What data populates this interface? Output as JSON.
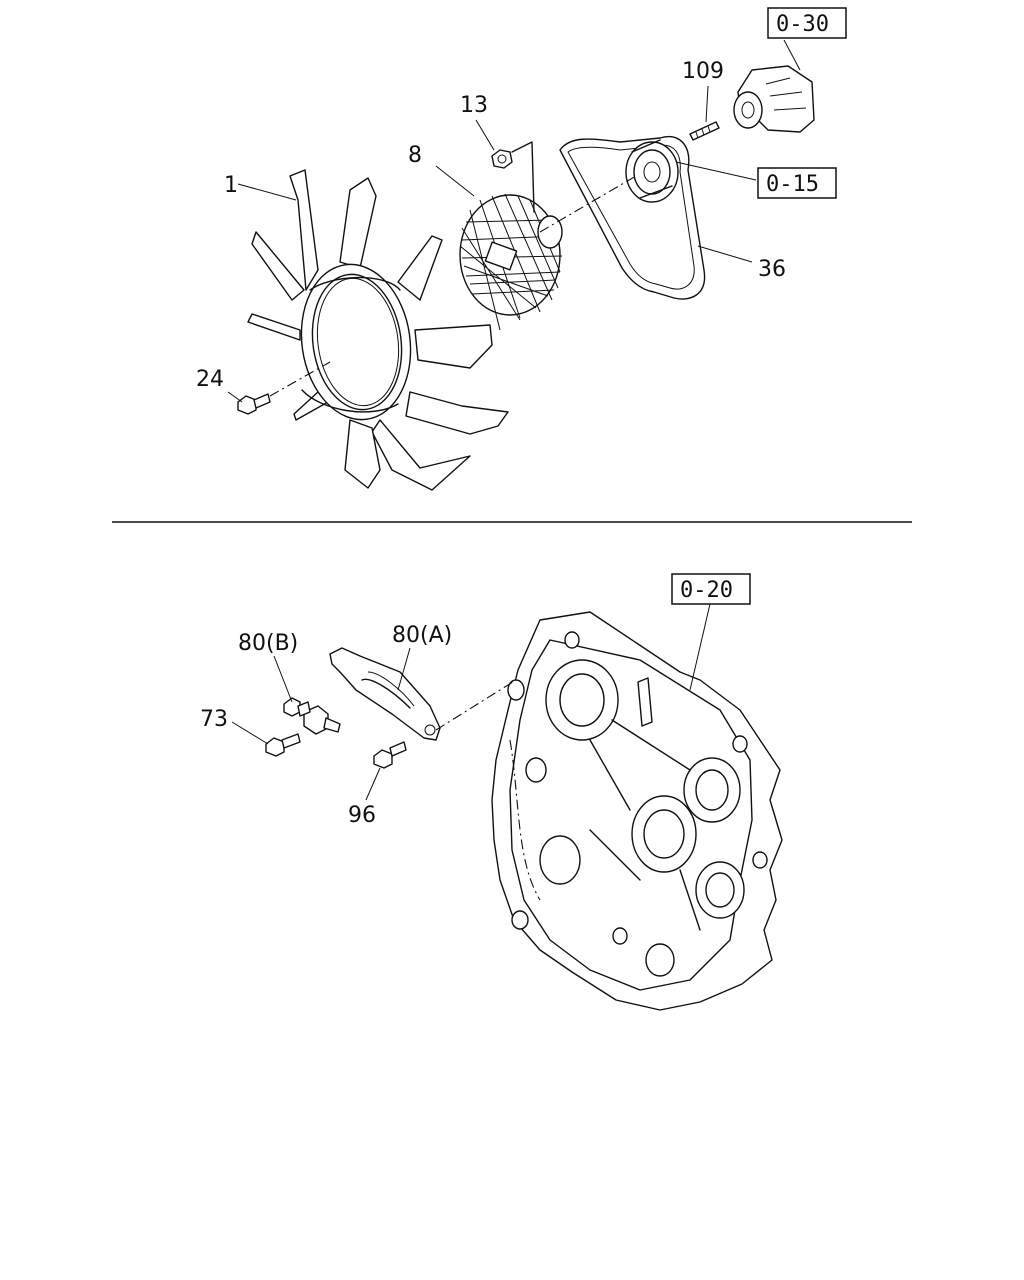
{
  "labels": {
    "part_1": "1",
    "part_8": "8",
    "part_13": "13",
    "part_24": "24",
    "part_36": "36",
    "part_109": "109",
    "part_80b": "80(B)",
    "part_80a": "80(A)",
    "part_73": "73",
    "part_96": "96"
  },
  "references": {
    "ref_0_30": "0-30",
    "ref_0_15": "0-15",
    "ref_0_20": "0-20"
  }
}
